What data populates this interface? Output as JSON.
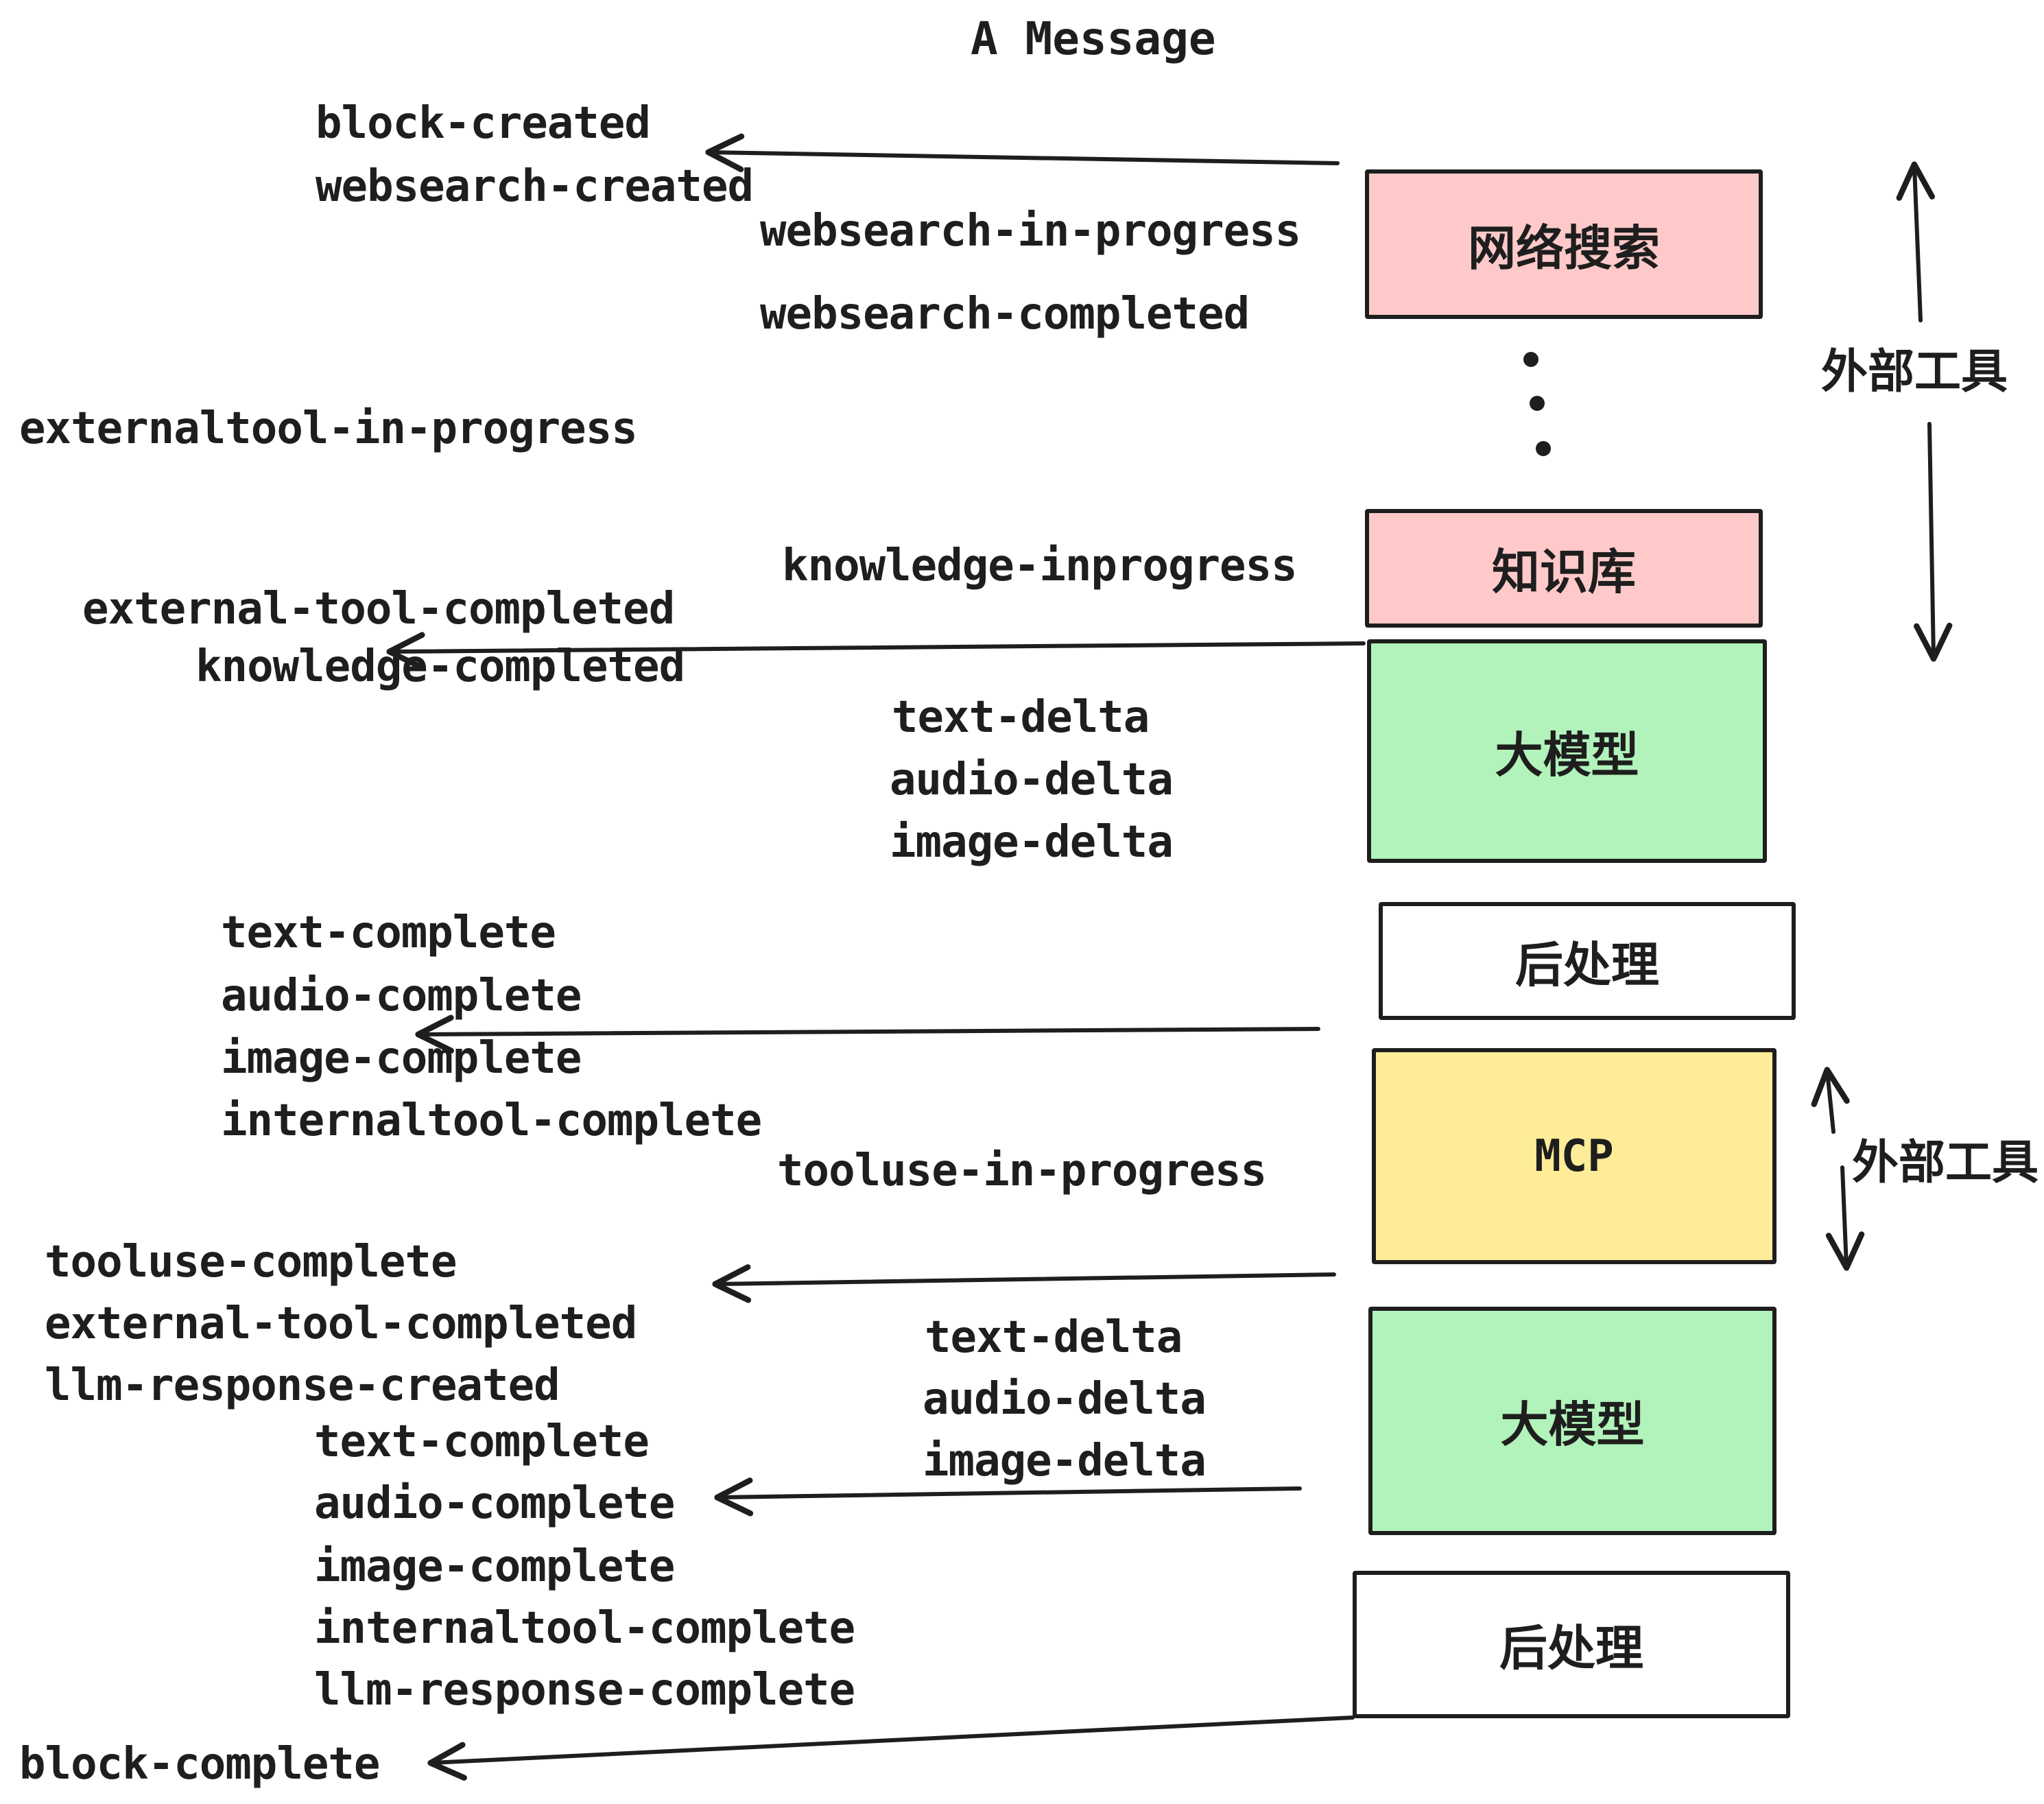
{
  "title": "A Message",
  "colors": {
    "stroke": "#1e1e1e",
    "box_pink": "#ffc9c9",
    "box_green": "#b2f2bb",
    "box_yellow": "#ffec99",
    "box_white": "#ffffff",
    "background": "#ffffff"
  },
  "events": {
    "block_created": "block-created",
    "websearch_created": "websearch-created",
    "websearch_in_progress": "websearch-in-progress",
    "websearch_completed": "websearch-completed",
    "externaltool_in_progress": "externaltool-in-progress",
    "external_tool_completed_1": "external-tool-completed",
    "knowledge_inprogress": "knowledge-inprogress",
    "knowledge_completed": "knowledge-completed",
    "text_delta_1": "text-delta",
    "audio_delta_1": "audio-delta",
    "image_delta_1": "image-delta",
    "text_complete_1": "text-complete",
    "audio_complete_1": "audio-complete",
    "image_complete_1": "image-complete",
    "internaltool_complete_1": "internaltool-complete",
    "tooluse_in_progress": "tooluse-in-progress",
    "tooluse_complete": "tooluse-complete",
    "external_tool_completed_2": "external-tool-completed",
    "llm_response_created": "llm-response-created",
    "text_delta_2": "text-delta",
    "audio_delta_2": "audio-delta",
    "image_delta_2": "image-delta",
    "text_complete_2": "text-complete",
    "audio_complete_2": "audio-complete",
    "image_complete_2": "image-complete",
    "internaltool_complete_2": "internaltool-complete",
    "llm_response_complete": "llm-response-complete",
    "block_complete": "block-complete"
  },
  "boxes": {
    "websearch": {
      "label": "网络搜索",
      "fill": "#ffc9c9"
    },
    "knowledge": {
      "label": "知识库",
      "fill": "#ffc9c9"
    },
    "llm_1": {
      "label": "大模型",
      "fill": "#b2f2bb"
    },
    "post_1": {
      "label": "后处理",
      "fill": "#ffffff"
    },
    "mcp": {
      "label": "MCP",
      "fill": "#ffec99"
    },
    "llm_2": {
      "label": "大模型",
      "fill": "#b2f2bb"
    },
    "post_2": {
      "label": "后处理",
      "fill": "#ffffff"
    }
  },
  "annotations": {
    "external_tools_1": "外部工具",
    "external_tools_2": "外部工具"
  }
}
